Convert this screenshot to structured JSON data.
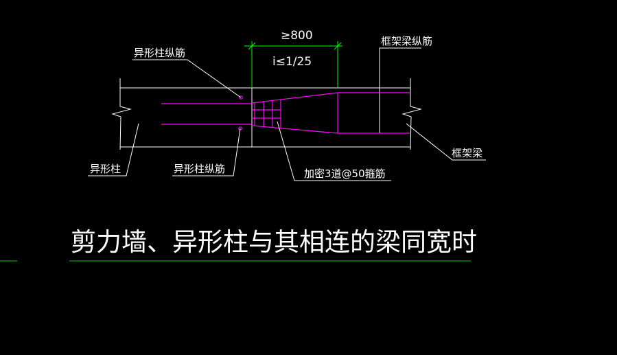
{
  "colors": {
    "background": "#000000",
    "outline": "#ffffff",
    "rebar": "#ff00ff",
    "dimension": "#00ff00",
    "underline": "#00cc00"
  },
  "labels": {
    "column_rebar_top": "异形柱纵筋",
    "dim_length": "≥800",
    "dim_slope": "i≤1/25",
    "beam_rebar": "框架梁纵筋",
    "column": "异形柱",
    "column_rebar_bottom": "异形柱纵筋",
    "stirrups": "加密3道@50箍筋",
    "frame_beam": "框架梁"
  },
  "title": "剪力墙、异形柱与其相连的梁同宽时"
}
